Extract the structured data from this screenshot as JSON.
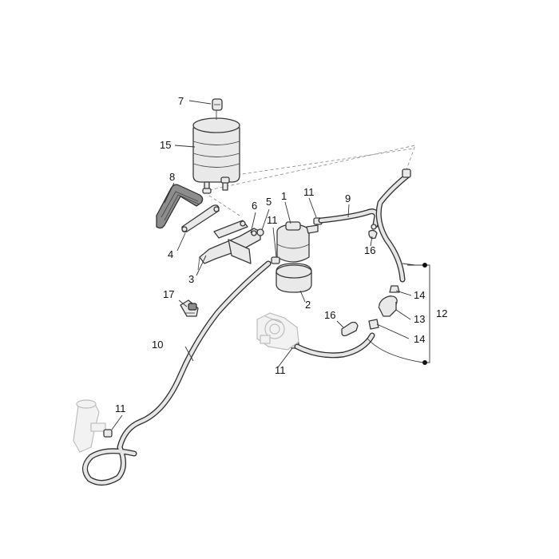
{
  "callouts": {
    "c1": "1",
    "c2": "2",
    "c3": "3",
    "c4": "4",
    "c5": "5",
    "c6": "6",
    "c7": "7",
    "c8": "8",
    "c9": "9",
    "c10": "10",
    "c11a": "11",
    "c11b": "11",
    "c11c": "11",
    "c11d": "11",
    "c12": "12",
    "c13": "13",
    "c14a": "14",
    "c14b": "14",
    "c15": "15",
    "c16a": "16",
    "c16b": "16",
    "c17": "17"
  },
  "colors": {
    "line": "#333333",
    "part_fill": "#e9e9e9",
    "background": "#ffffff"
  }
}
